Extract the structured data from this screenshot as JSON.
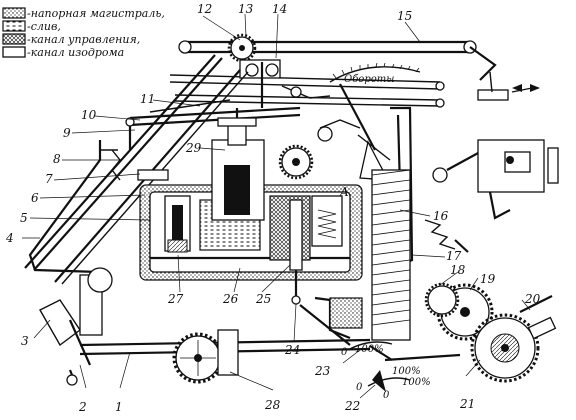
{
  "legend": [
    {
      "swatch": "dotted",
      "label": "-напорная магистраль,"
    },
    {
      "swatch": "dashed",
      "label": "-слив,"
    },
    {
      "swatch": "cross",
      "label": "-канал управления,"
    },
    {
      "swatch": "white",
      "label": "-канал изодрома"
    }
  ],
  "dial_label": "Обороты",
  "labels": {
    "n1": "1",
    "n2": "2",
    "n3": "3",
    "n4": "4",
    "n5": "5",
    "n6": "6",
    "n7": "7",
    "n8": "8",
    "n9": "9",
    "n10": "10",
    "n11": "11",
    "n12": "12",
    "n13": "13",
    "n14": "14",
    "n15": "15",
    "n16": "16",
    "n17": "17",
    "n18": "18",
    "n19": "19",
    "n20": "20",
    "n21": "21",
    "n22": "22",
    "n23": "23",
    "n24": "24",
    "n25": "25",
    "n26": "26",
    "n27": "27",
    "n28": "28",
    "n29": "29",
    "pointA": "A"
  },
  "scale_marks": {
    "s0a": "0",
    "s100a": "100%",
    "s0b": "0",
    "s100b": "100%",
    "s0c": "0",
    "s100c": "100%"
  }
}
